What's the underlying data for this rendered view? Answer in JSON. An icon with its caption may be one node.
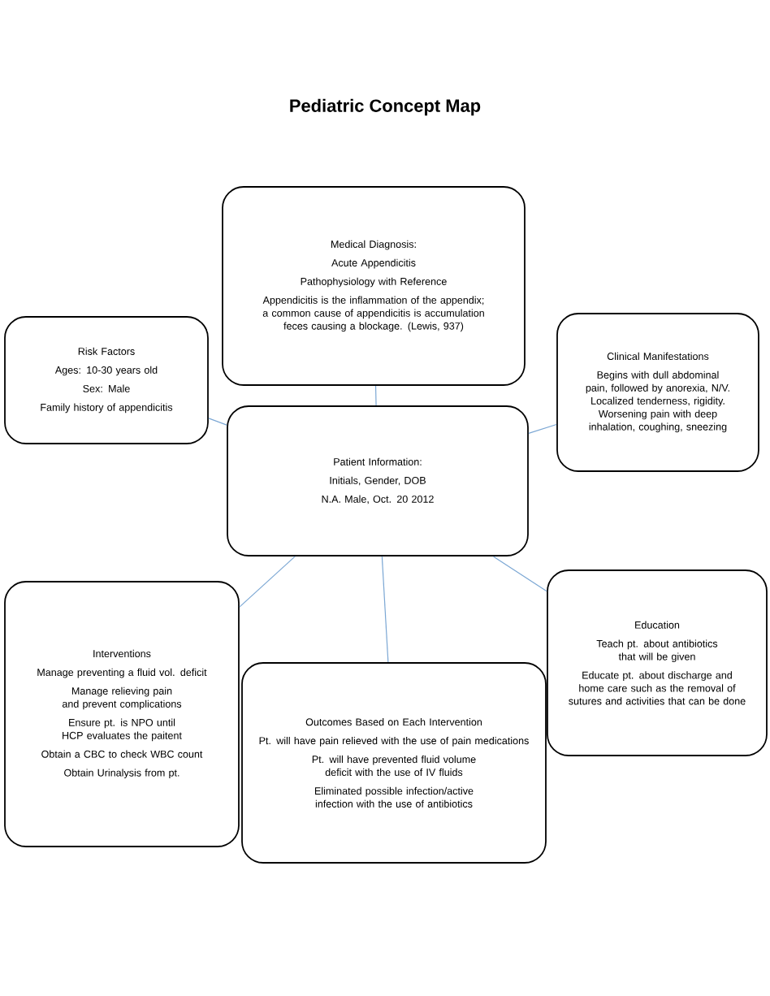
{
  "diagram": {
    "title": "Pediatric Concept Map",
    "nodes": [
      {
        "text": [
          "Medical Diagnosis:",
          "Acute Appendicitis",
          "Pathophysiology with Reference",
          "Appendicitis is the inflammation of the appendix; a common cause of appendicitis is accumulation feces causing a blockage. (Lewis, 937)"
        ]
      },
      {
        "text": [
          "Risk Factors",
          "Ages: 10-30 years old",
          "Sex: Male",
          "Family history of appendicitis"
        ]
      },
      {
        "text": [
          "Clinical Manifestations",
          "Begins with dull abdominal pain, followed by anorexia, N/V. Localized tenderness, rigidity. Worsening pain with deep inhalation, coughing, sneezing"
        ]
      },
      {
        "text": [
          "Patient Information:",
          "Initials, Gender, DOB",
          "N.A.  Male, Oct. 20 2012"
        ]
      },
      {
        "text": [
          "Interventions",
          "Manage preventing a fluid vol. deficit",
          "Manage relieving pain and prevent complications",
          "Ensure pt. is NPO until HCP evaluates the paitent",
          "Obtain a CBC to check WBC count",
          "Obtain Urinalysis from pt."
        ]
      },
      {
        "text": [
          "Education",
          "Teach pt. about antibiotics that will be given",
          "Educate pt. about discharge and home care such as the removal of sutures and activities that can be done"
        ]
      },
      {
        "text": [
          "Outcomes Based on Each Intervention",
          "Pt. will have pain relieved with the use of pain medications",
          "Pt. will have prevented fluid volume deficit with the use of IV fluids",
          "Eliminated possible infection/active infection with the use of antibiotics"
        ]
      }
    ],
    "edges": [
      {
        "from": 0,
        "to": 3,
        "arrow": "none"
      },
      {
        "from": 1,
        "to": 3,
        "arrow": "none"
      },
      {
        "from": 2,
        "to": 3,
        "arrow": "none"
      },
      {
        "from": 4,
        "to": 3,
        "arrow": "none"
      },
      {
        "from": 3,
        "to": 5,
        "arrow": "none"
      },
      {
        "from": 3,
        "to": 6,
        "arrow": "none"
      }
    ]
  }
}
